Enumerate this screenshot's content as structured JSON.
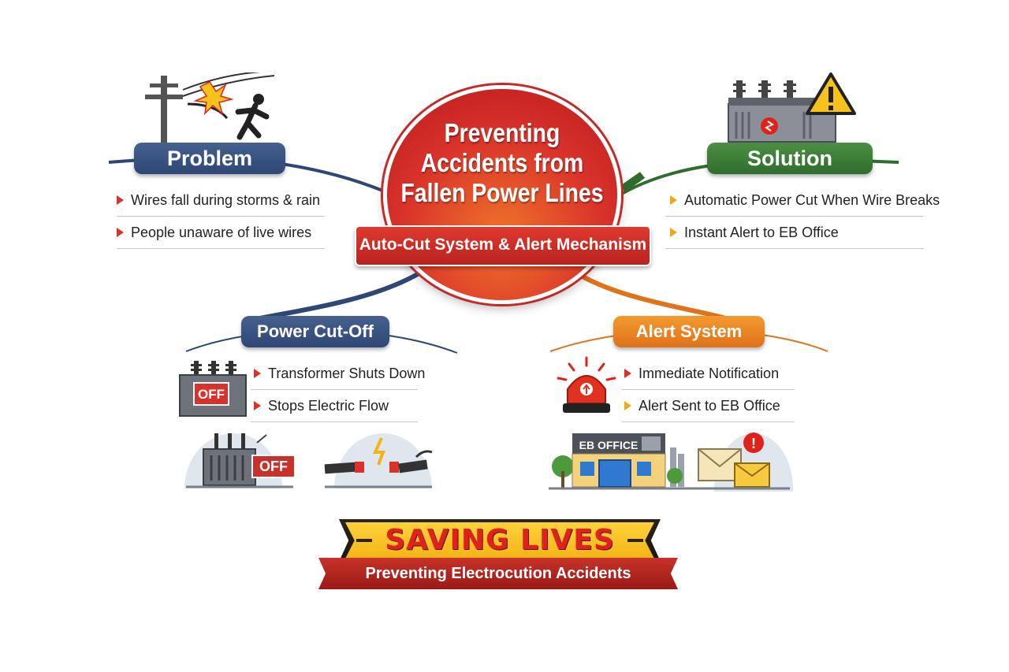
{
  "center": {
    "title": "Preventing\nAccidents from\nFallen Power Lines",
    "ribbon": "Auto-Cut System & Alert Mechanism"
  },
  "problem": {
    "label": "Problem",
    "items": [
      "Wires fall during storms & rain",
      "People unaware of live wires"
    ]
  },
  "solution": {
    "label": "Solution",
    "items": [
      "Automatic Power Cut When Wire Breaks",
      "Instant Alert to EB Office"
    ]
  },
  "power_cutoff": {
    "label": "Power Cut-Off",
    "items": [
      "Transformer Shuts Down",
      "Stops Electric Flow"
    ],
    "off_sign": "OFF",
    "off_sign_2": "OFF"
  },
  "alert_system": {
    "label": "Alert System",
    "items": [
      "Immediate Notification",
      "Alert Sent to EB Office"
    ],
    "eb_sign": "EB OFFICE",
    "alert_mark": "!"
  },
  "banner": {
    "title": "SAVING LIVES",
    "subtitle": "Preventing Electrocution Accidents"
  },
  "colors": {
    "center_red": "#d8322a",
    "problem_blue": "#2e4774",
    "solution_green": "#2f6d2c",
    "alert_orange": "#e0721a",
    "banner_yellow": "#f2b417"
  }
}
